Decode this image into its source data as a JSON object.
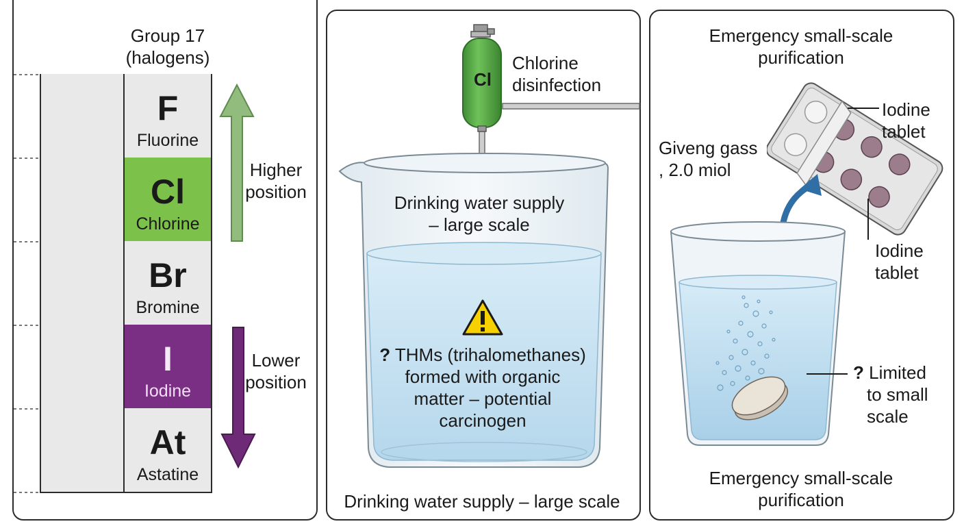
{
  "colors": {
    "chlorine_green": "#7cc24a",
    "iodine_purple": "#7a2f84",
    "up_arrow": "#92bb7e",
    "down_arrow": "#6e2a76",
    "water": "#c9e3f2",
    "warning_yellow": "#f7d000",
    "cylinder_green": "#5ab04a",
    "tablet_pink": "#9c7d8c"
  },
  "left_panel": {
    "title_line1": "Group 17",
    "title_line2": "(halogens)",
    "elements": [
      {
        "symbol": "F",
        "name": "Fluorine",
        "highlight": "none"
      },
      {
        "symbol": "Cl",
        "name": "Chlorine",
        "highlight": "green"
      },
      {
        "symbol": "Br",
        "name": "Bromine",
        "highlight": "none"
      },
      {
        "symbol": "I",
        "name": "Iodine",
        "highlight": "purple"
      },
      {
        "symbol": "At",
        "name": "Astatine",
        "highlight": "none"
      }
    ],
    "higher_line1": "Higher",
    "higher_line2": "position",
    "lower_line1": "Lower",
    "lower_line2": "position"
  },
  "middle_panel": {
    "cylinder_label": "Cl",
    "chlorine_line1": "Chlorine",
    "chlorine_line2": "disinfection",
    "supply_line1": "Drinking water supply",
    "supply_line2": "– large scale",
    "warning_icon": "warning-triangle-icon",
    "thm_line1_mark": "?",
    "thm_line1_text": " THMs (trihalomethanes)",
    "thm_line2": "formed with organic",
    "thm_line3": "matter – potential",
    "thm_line4": "carcinogen",
    "bottom_caption": "Drinking water supply – large scale"
  },
  "right_panel": {
    "title_line1": "Emergency small-scale",
    "title_line2": "purification",
    "tablet_top_line1": "Iodine",
    "tablet_top_line2": "tablet",
    "gas_line1": "Giveng gass",
    "gas_line2": ", 2.0 miol",
    "tablet_mid_line1": "Iodine",
    "tablet_mid_line2": "tablet",
    "limited_mark": "?",
    "limited_line1": " Limited",
    "limited_line2": "to small",
    "limited_line3": "scale",
    "bottom_line1": "Emergency small-scale",
    "bottom_line2": "purification"
  }
}
